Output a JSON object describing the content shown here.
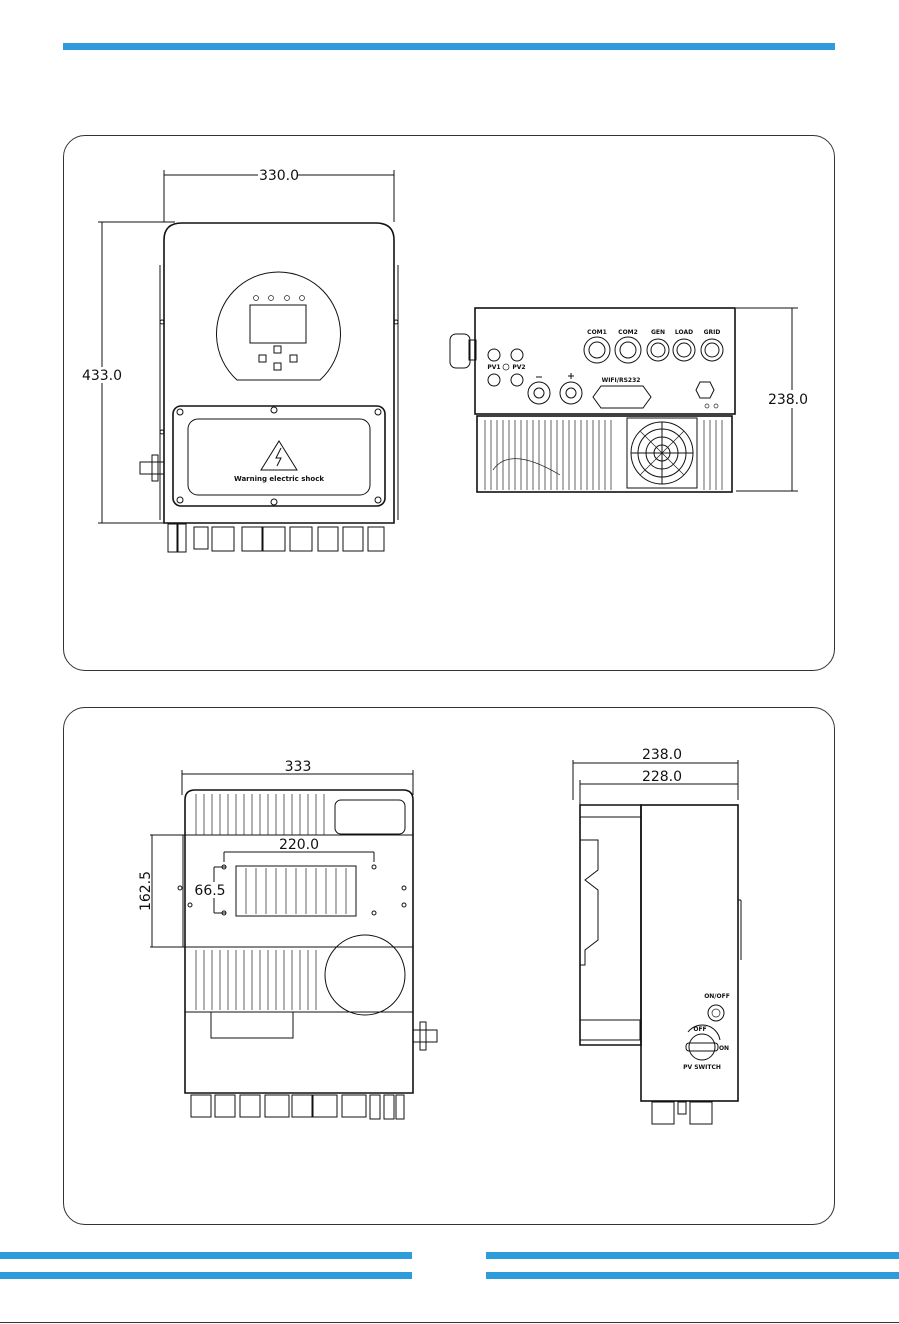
{
  "colors": {
    "accent": "#2E9BDA",
    "line": "#111111"
  },
  "front_view": {
    "width_dim": "330.0",
    "height_dim": "433.0",
    "warning_text": "Warning electric shock"
  },
  "bottom_view": {
    "depth_dim": "238.0",
    "ports": [
      "COM1",
      "COM2",
      "GEN",
      "LOAD",
      "GRID"
    ],
    "pv_labels": [
      "PV1",
      "PV2"
    ],
    "wifi_label": "WIFI/RS232"
  },
  "rear_view": {
    "width_dim": "333",
    "bracket_width_dim": "220.0",
    "bracket_height_dim": "162.5",
    "hole_spacing_dim": "66.5"
  },
  "side_view": {
    "overall_depth_dim": "238.0",
    "body_depth_dim": "228.0",
    "onoff_label": "ON/OFF",
    "off_label": "OFF",
    "on_label": "ON",
    "pv_switch_label": "PV SWITCH"
  }
}
